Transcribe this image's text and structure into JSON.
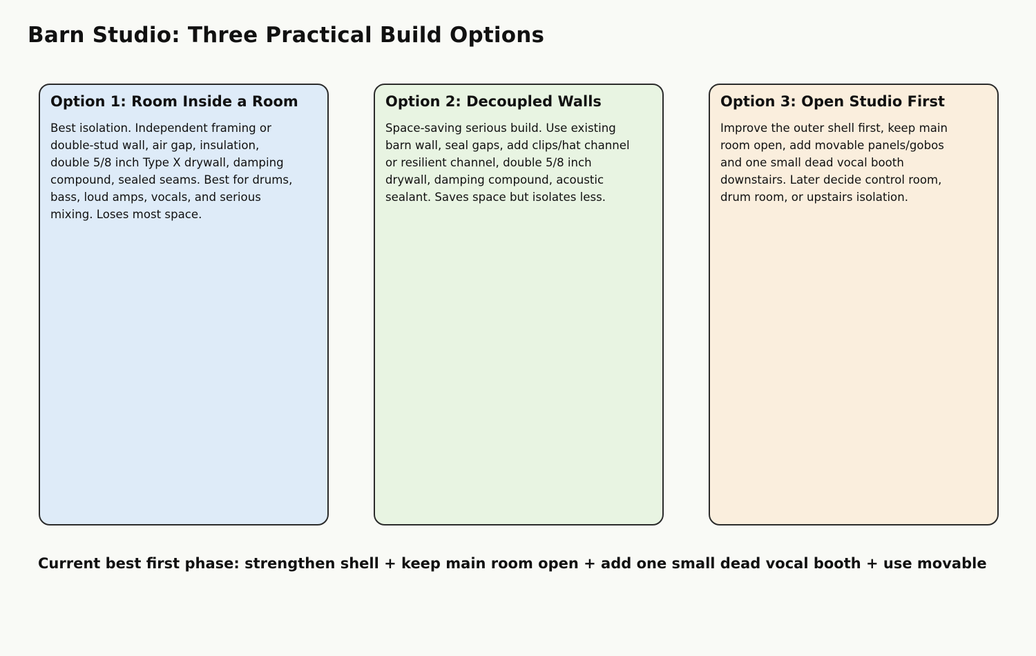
{
  "title": "Barn Studio: Three Practical Build Options",
  "options": [
    {
      "title": "Option 1: Room Inside a Room",
      "body": "Best isolation. Independent framing or\ndouble-stud wall, air gap, insulation,\ndouble 5/8 inch Type X drywall, damping\ncompound, sealed seams. Best for drums,\nbass, loud amps, vocals, and serious\nmixing. Loses most space.",
      "color": "#deebf8"
    },
    {
      "title": "Option 2: Decoupled Walls",
      "body": "Space-saving serious build. Use existing\nbarn wall, seal gaps, add clips/hat channel\nor resilient channel, double 5/8 inch\ndrywall, damping compound, acoustic\nsealant. Saves space but isolates less.",
      "color": "#e8f4e2"
    },
    {
      "title": "Option 3: Open Studio First",
      "body": "Improve the outer shell first, keep main\nroom open, add movable panels/gobos\nand one small dead vocal booth\ndownstairs. Later decide control room,\ndrum room, or upstairs isolation.",
      "color": "#faeedd"
    }
  ],
  "summary": "Current best first phase: strengthen shell + keep main room open + add one small dead vocal booth + use movable",
  "colors": {
    "background": "#f9faf6",
    "border": "#2b2b2b",
    "text": "#111111"
  }
}
